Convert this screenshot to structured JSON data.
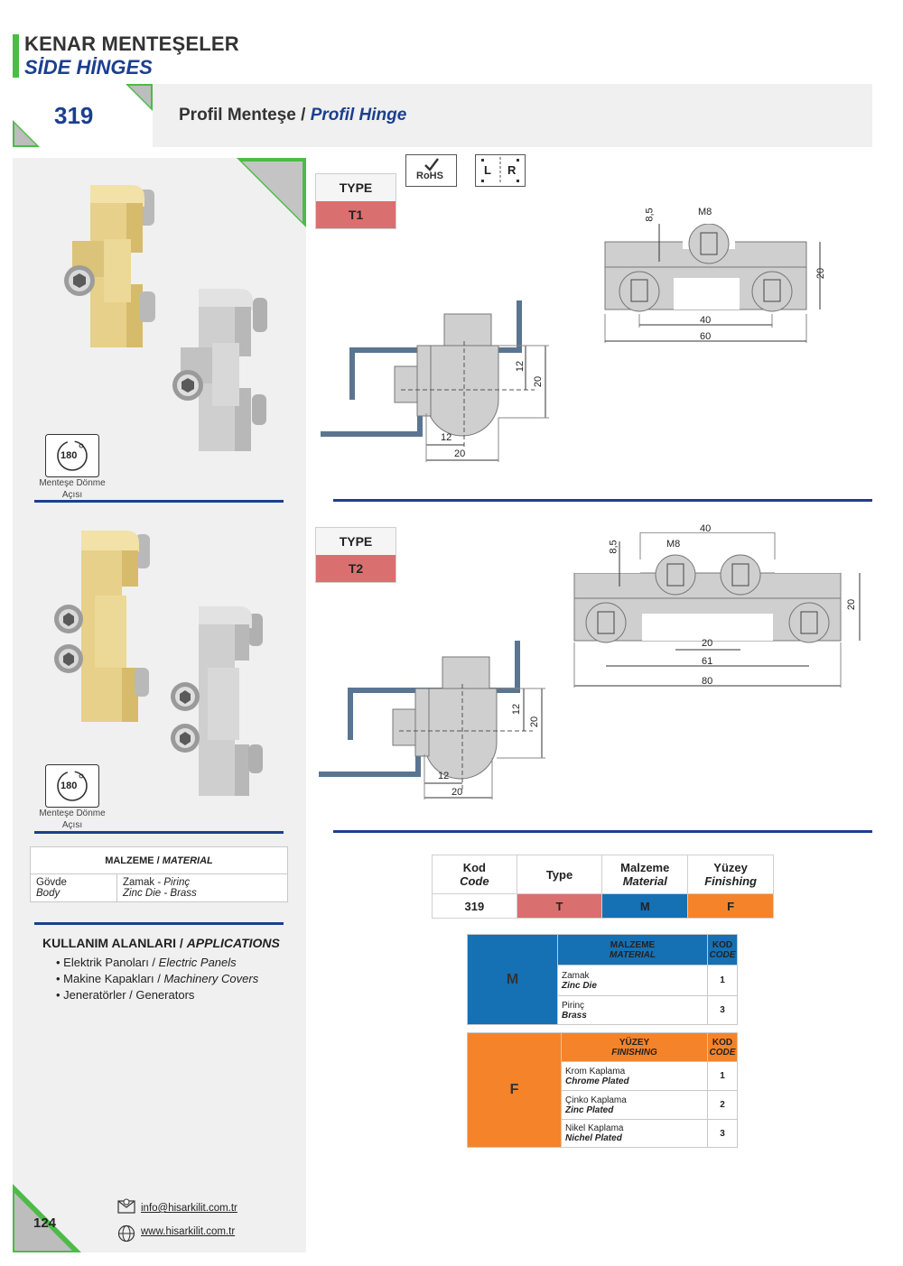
{
  "header": {
    "title_tr": "KENAR MENTEŞELER",
    "title_en": "SİDE HİNGES",
    "product_code": "319",
    "product_name_tr": "Profil Menteşe",
    "separator": "/",
    "product_name_en": "Profil Hinge"
  },
  "badges": {
    "rohs": "RoHS",
    "left": "L",
    "right": "R"
  },
  "rotation": {
    "angle": "180",
    "caption_line1": "Menteşe Dönme",
    "caption_line2": "Açısı"
  },
  "types": [
    {
      "header": "TYPE",
      "value": "T1",
      "top_dims": {
        "depth": "8,5",
        "thread": "M8",
        "height": "20",
        "pitch": "40",
        "length": "60"
      },
      "side_dims": {
        "h1": "12",
        "h2": "20",
        "w1": "12",
        "w2": "20"
      }
    },
    {
      "header": "TYPE",
      "value": "T2",
      "top_dims": {
        "depth": "8,5",
        "thread": "M8",
        "height": "20",
        "top_span": "40",
        "inner": "20",
        "mid": "61",
        "length": "80"
      },
      "side_dims": {
        "h1": "12",
        "h2": "20",
        "w1": "12",
        "w2": "20"
      }
    }
  ],
  "material": {
    "header_tr": "MALZEME",
    "header_en": "MATERIAL",
    "row_label_tr": "Gövde",
    "row_label_en": "Body",
    "row_value_tr": "Zamak - ",
    "row_value_tr2": "Pirinç",
    "row_value_en": "Zinc Die - Brass"
  },
  "applications": {
    "title_tr": "KULLANIM ALANLARI / ",
    "title_en": "APPLICATIONS",
    "items": [
      {
        "tr": "Elektrik Panoları / ",
        "en": "Electric Panels"
      },
      {
        "tr": "Makine Kapakları / ",
        "en": "Machinery Covers"
      },
      {
        "tr": "Jeneratörler / Generators",
        "en": ""
      }
    ]
  },
  "code_table": {
    "headers": [
      {
        "tr": "Kod",
        "en": "Code"
      },
      {
        "tr": "Type",
        "en": ""
      },
      {
        "tr": "Malzeme",
        "en": "Material"
      },
      {
        "tr": "Yüzey",
        "en": "Finishing"
      }
    ],
    "values": [
      "319",
      "T",
      "M",
      "F"
    ]
  },
  "material_codes": {
    "letter": "M",
    "header_tr": "MALZEME",
    "header_en": "MATERIAL",
    "code_tr": "KOD",
    "code_en": "CODE",
    "rows": [
      {
        "tr": "Zamak",
        "en": "Zinc Die",
        "code": "1"
      },
      {
        "tr": "Pirinç",
        "en": "Brass",
        "code": "3"
      }
    ]
  },
  "finish_codes": {
    "letter": "F",
    "header_tr": "YÜZEY",
    "header_en": "FINISHING",
    "code_tr": "KOD",
    "code_en": "CODE",
    "rows": [
      {
        "tr": "Krom Kaplama",
        "en": "Chrome Plated",
        "code": "1"
      },
      {
        "tr": "Çinko Kaplama",
        "en": "Zinc Plated",
        "code": "2"
      },
      {
        "tr": "Nikel Kaplama",
        "en": "Nichel Plated",
        "code": "3"
      }
    ]
  },
  "footer": {
    "page": "124",
    "email": "info@hisarkilit.com.tr",
    "web": "www.hisarkilit.com.tr"
  },
  "colors": {
    "green": "#4cbb47",
    "navy": "#1b3f8f",
    "type_red": "#d9706f",
    "material_blue": "#1570b4",
    "finish_orange": "#f5832a",
    "panel_gray": "#f0f0f0"
  }
}
